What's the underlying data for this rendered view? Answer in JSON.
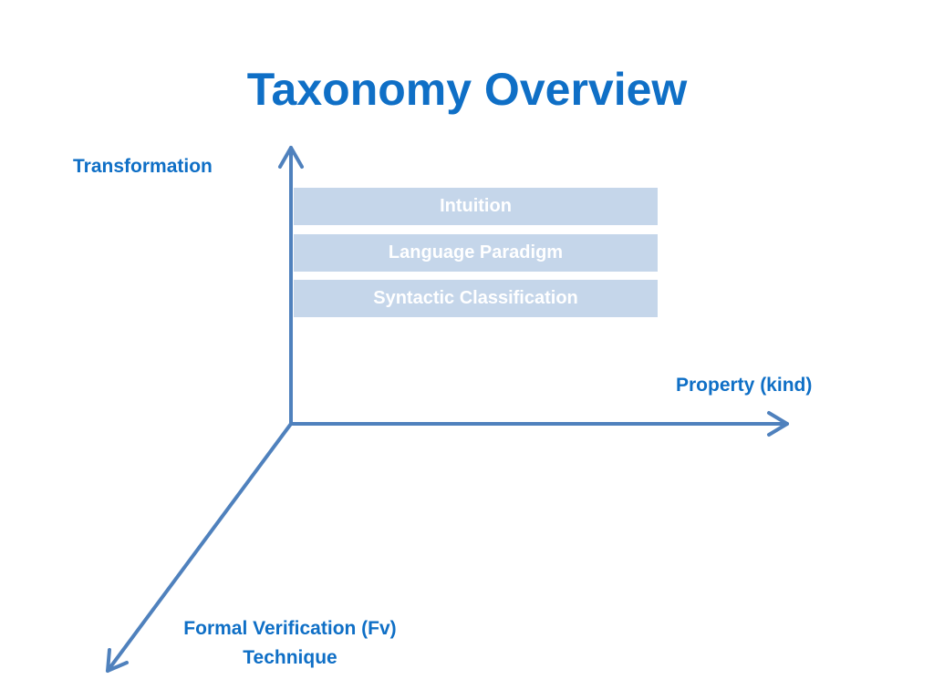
{
  "title": "Taxonomy Overview",
  "axes": {
    "vertical": "Transformation",
    "horizontal": "Property (kind)",
    "diagonal": [
      "Formal Verification (Fv)",
      "Technique"
    ]
  },
  "boxes": [
    "Intuition",
    "Language Paradigm",
    "Syntactic Classification"
  ],
  "colors": {
    "title": "#0f6fc6",
    "axis": "#4f81bd",
    "box_fill": "#c5d6ea",
    "box_text": "#ffffff"
  }
}
